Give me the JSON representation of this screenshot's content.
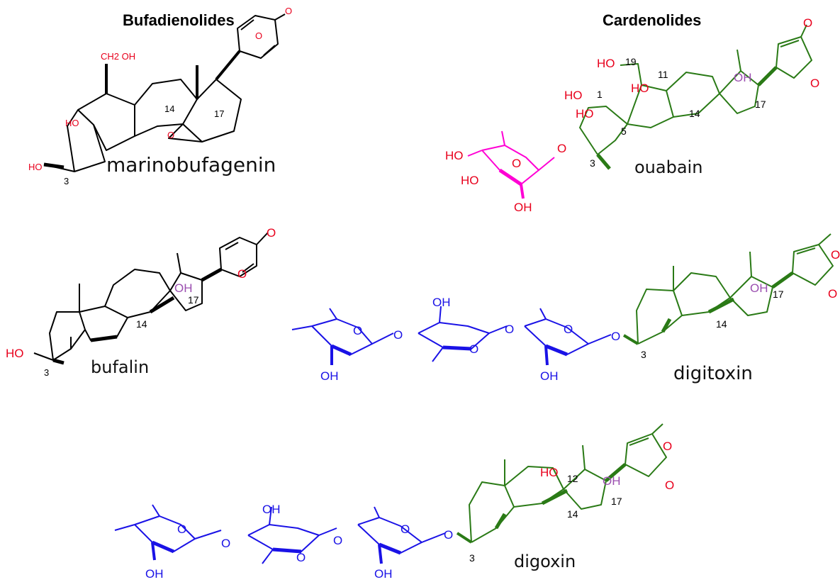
{
  "headings": {
    "left": "Bufadienolides",
    "right": "Cardenolides"
  },
  "colors": {
    "bufadienolide_bonds": "#000000",
    "atom_labels_red": "#e8001c",
    "hydroxyl_14": "#9b4fb0",
    "cardenolide_steroid": "#2a7a16",
    "ouabain_sugar": "#ff00d4",
    "digitoxose_sugars": "#1a12e6",
    "lactone_bonds": "#2a7a16"
  },
  "compounds": {
    "marinobufagenin": {
      "name": "marinobufagenin",
      "labels": {
        "ch2oh": "CH2 OH",
        "ho5": "HO",
        "ho3": "HO",
        "o_epoxide": "O",
        "o_ring": "O",
        "o_carbonyl": "O",
        "c3": "3",
        "c14": "14",
        "c17": "17"
      }
    },
    "ouabain": {
      "name": "ouabain",
      "labels": {
        "ho19": "HO",
        "c19": "19",
        "ho11": "HO",
        "c11": "11",
        "ho1": "HO",
        "c1": "1",
        "ho5": "HO",
        "c5": "5",
        "oh14": "OH",
        "c14": "14",
        "c17": "17",
        "o_glyco": "O",
        "c3": "3",
        "o_carbonyl": "O",
        "o_ring": "O",
        "sug_ho1": "HO",
        "sug_ho2": "HO",
        "sug_oh": "OH",
        "sug_o": "O"
      }
    },
    "bufalin": {
      "name": "bufalin",
      "labels": {
        "ho3": "HO",
        "c3": "3",
        "oh14": "OH",
        "c14": "14",
        "c17": "17",
        "o_ring": "O",
        "o_carbonyl": "O"
      }
    },
    "digitoxin": {
      "name": "digitoxin",
      "labels": {
        "oh14": "OH",
        "c14": "14",
        "c17": "17",
        "c3": "3",
        "o_glyco": "O",
        "o_carbonyl": "O",
        "o_ring": "O",
        "s1_o": "O",
        "s1_oh": "OH",
        "link1": "O",
        "s2_oh": "OH",
        "s2_o": "O",
        "link2": "O",
        "s3_o": "O",
        "s3_oh": "OH"
      }
    },
    "digoxin": {
      "name": "digoxin",
      "labels": {
        "ho12": "HO",
        "c12": "12",
        "oh14": "OH",
        "c14": "14",
        "c17": "17",
        "c3": "3",
        "o_glyco": "O",
        "o_carbonyl": "O",
        "o_ring": "O",
        "s1_o": "O",
        "s1_oh": "OH",
        "link1": "O",
        "s2_oh": "OH",
        "s2_o": "O",
        "link2": "O",
        "s3_o": "O",
        "s3_oh": "OH"
      }
    }
  }
}
